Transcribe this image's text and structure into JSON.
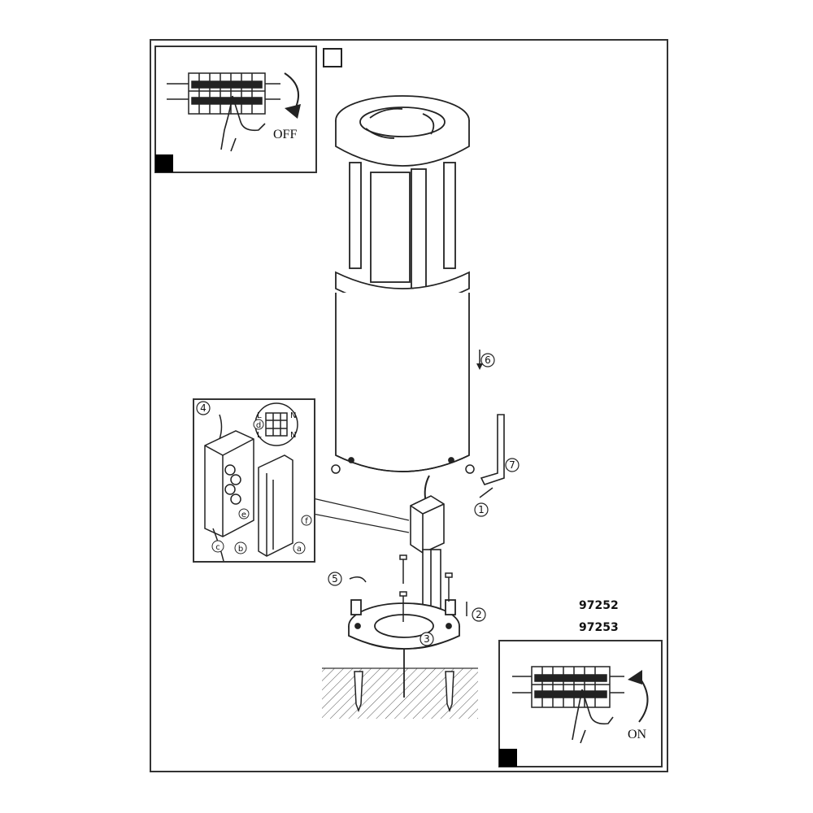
{
  "insets": {
    "off_label": "OFF",
    "on_label": "ON"
  },
  "model_numbers": [
    "97252",
    "97253"
  ],
  "steps": [
    "1",
    "2",
    "3",
    "4",
    "5",
    "6",
    "7"
  ],
  "junction_box_letters": [
    "a",
    "b",
    "c",
    "d",
    "e",
    "f"
  ],
  "terminal_letters": [
    "L",
    "N",
    "L",
    "N"
  ],
  "colors": {
    "line": "#222222",
    "panel": "#000000"
  }
}
